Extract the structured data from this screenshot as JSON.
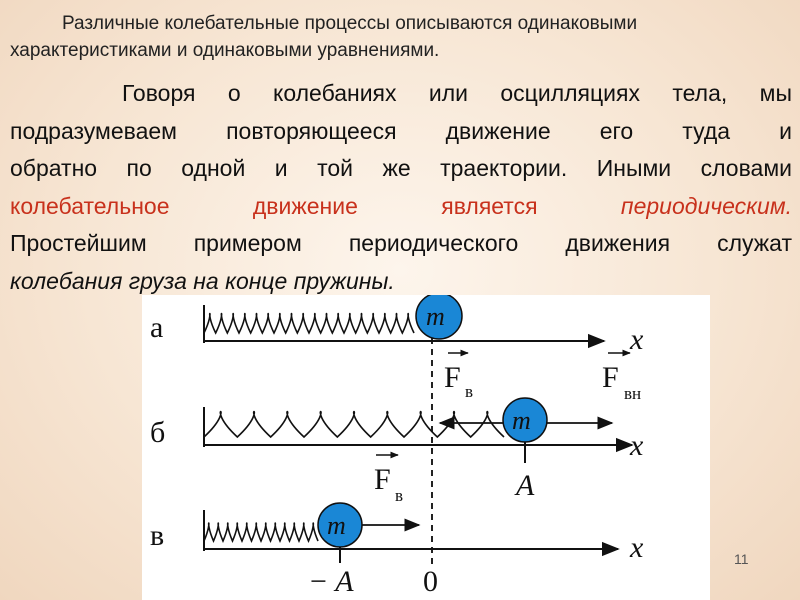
{
  "slide": {
    "intro_line1": "Различные колебательные процессы описываются одинаковыми",
    "intro_line2": "характеристиками и одинаковыми уравнениями.",
    "para_line1": "Говоря о колебаниях или осцилляциях тела, мы",
    "para_line2": "подразумеваем повторяющееся движение его туда и",
    "para_line3": "обратно по одной и той же траектории. Иными словами",
    "para_line4_red": "колебательное движение является",
    "para_line4_red_italic": "периодическим.",
    "para_line5": "Простейшим примером периодического движения служат",
    "para_line6_italic": "колебания груза на конце пружины.",
    "page_number": "11"
  },
  "figure": {
    "row_a_label": "а",
    "row_b_label": "б",
    "row_v_label": "в",
    "mass_label": "m",
    "axis_label": "x",
    "force_letter": "F",
    "force_sub": "в",
    "ext_force_letter": "F",
    "ext_force_sub": "вн",
    "amp_label": "A",
    "neg_amp_label": "− A",
    "zero_label": "0",
    "colors": {
      "mass": "#1a87d6",
      "line": "#111111",
      "dashed": "#222222"
    }
  }
}
